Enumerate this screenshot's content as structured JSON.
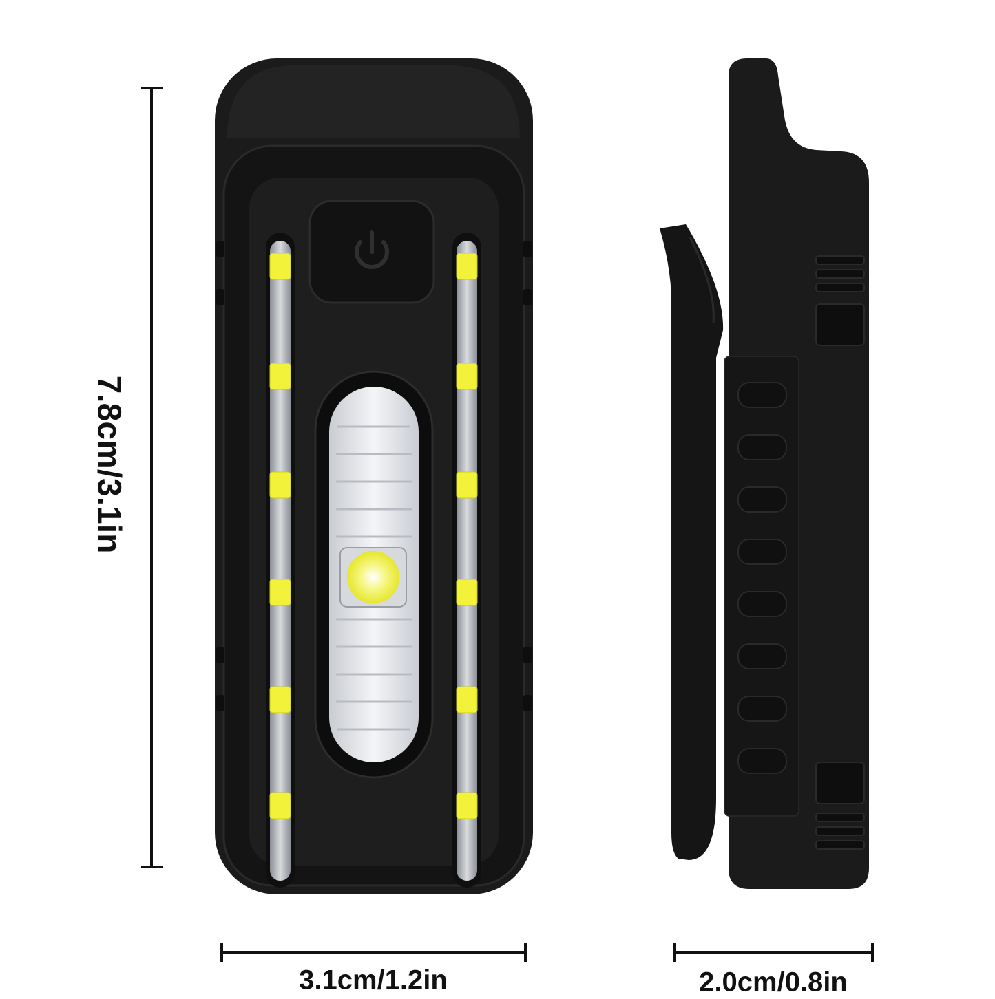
{
  "dimensions": {
    "height_label": "7.8cm/3.1in",
    "width_label": "3.1cm/1.2in",
    "depth_label": "2.0cm/0.8in"
  },
  "colors": {
    "body": "#1a1a1a",
    "led": "#f2f23a",
    "lens": "#e8eaee"
  },
  "icons": {
    "power": "power-icon"
  }
}
